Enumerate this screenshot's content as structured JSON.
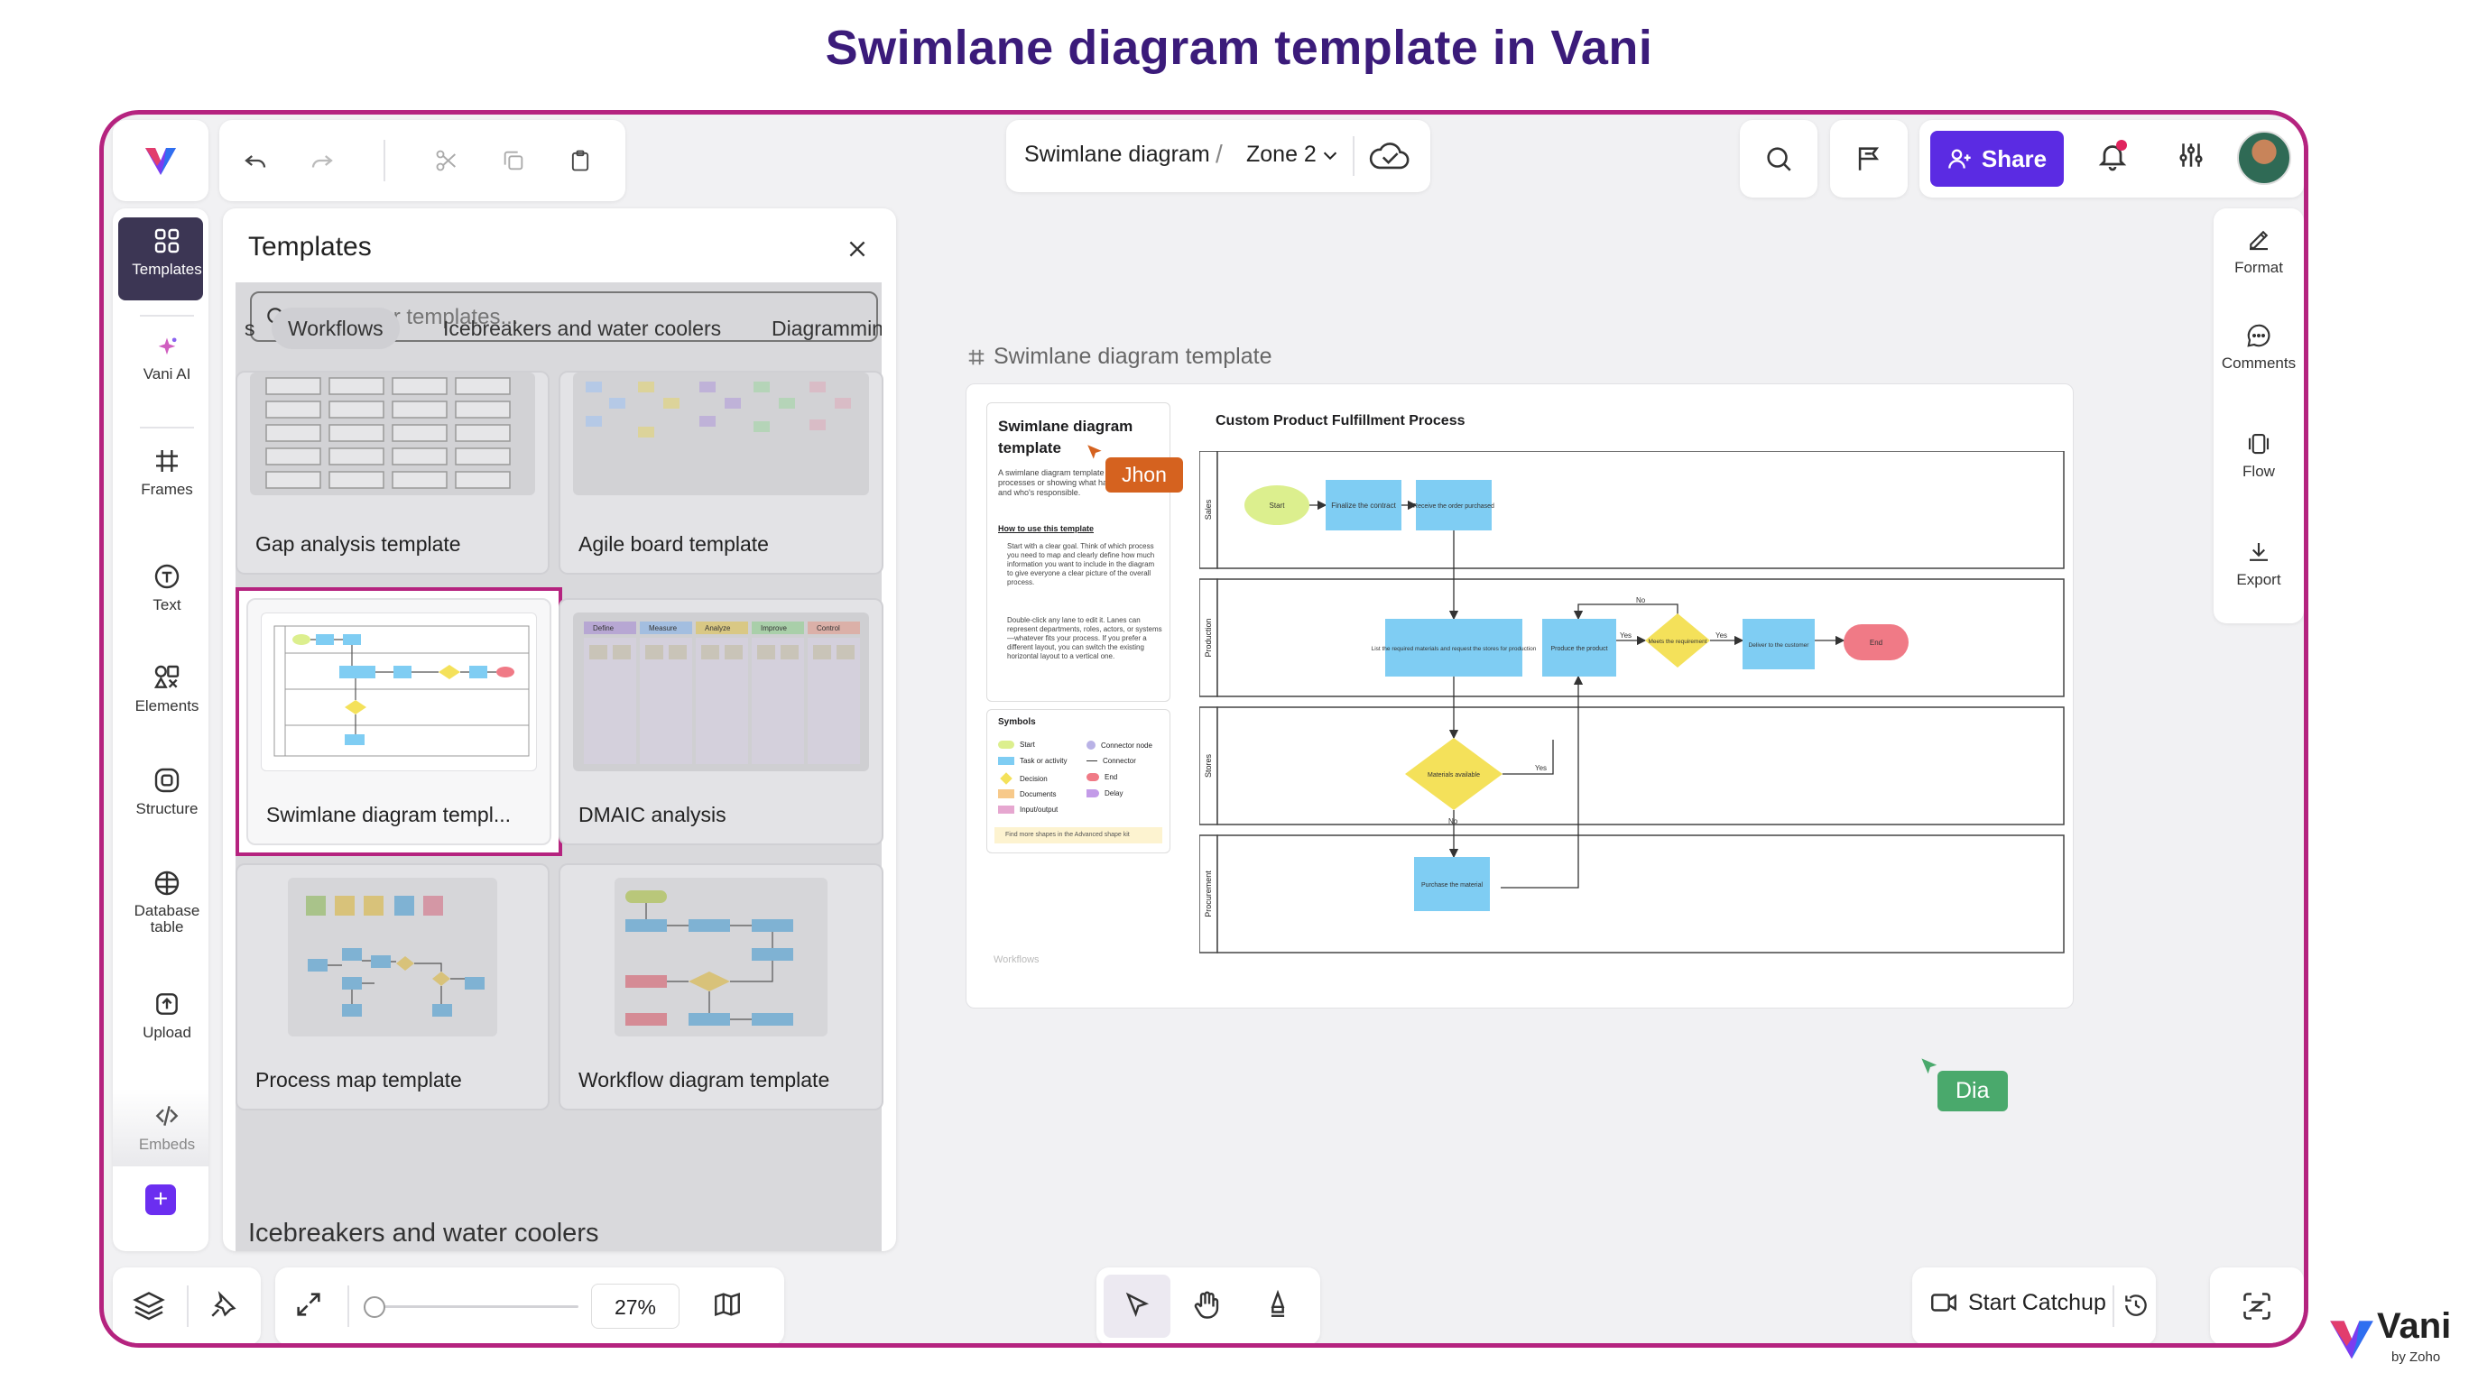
{
  "page_heading": "Swimlane diagram template in Vani",
  "topbar": {
    "breadcrumb_board": "Swimlane diagram",
    "breadcrumb_sep": "/",
    "breadcrumb_zone": "Zone 2",
    "share_label": "Share"
  },
  "left_rail": {
    "items": [
      {
        "label": "Templates"
      },
      {
        "label": "Vani AI"
      },
      {
        "label": "Frames"
      },
      {
        "label": "Text"
      },
      {
        "label": "Elements"
      },
      {
        "label": "Structure"
      },
      {
        "label": "Database\ntable"
      },
      {
        "label": "Upload"
      },
      {
        "label": "Embeds"
      }
    ]
  },
  "templates_panel": {
    "title": "Templates",
    "search_placeholder": "Search for templates...",
    "chips": [
      "s",
      "Workflows",
      "Icebreakers and water coolers",
      "Diagrammin"
    ],
    "cards": [
      {
        "name": "Gap analysis template"
      },
      {
        "name": "Agile board template"
      },
      {
        "name": "Swimlane diagram templ..."
      },
      {
        "name": "DMAIC analysis"
      },
      {
        "name": "Process map template"
      },
      {
        "name": "Workflow diagram template"
      }
    ],
    "section_heading": "Icebreakers and water coolers",
    "dmaic_cols": [
      "Define",
      "Measure",
      "Analyze",
      "Improve",
      "Control"
    ]
  },
  "canvas": {
    "frame_label": "Swimlane diagram template",
    "info_title": "Swimlane diagram template",
    "info_body": "A swimlane diagram template visually lay out processes or showing what happens when and who's responsible.",
    "how_to": "How to use this template",
    "bullet1": "Start with a clear goal. Think of which process you need to map and clearly define how much information you want to include in the diagram to give everyone a clear picture of the overall process.",
    "bullet2": "Double-click any lane to edit it. Lanes can represent departments, roles, actors, or systems—whatever fits your process. If you prefer a different layout, you can switch the existing horizontal layout to a vertical one.",
    "symbols_title": "Symbols",
    "symbols": [
      "Start",
      "Task or activity",
      "Decision",
      "Documents",
      "Input/output"
    ],
    "symbols2": [
      "Connector node",
      "Connector",
      "End",
      "Delay"
    ],
    "advanced_note": "Find more shapes in the Advanced shape kit",
    "workflows_tag": "Workflows",
    "diagram_title": "Custom Product Fulfillment Process",
    "lanes": [
      "Sales",
      "Production",
      "Stores",
      "Procurement"
    ],
    "nodes": {
      "start": "Start",
      "finalize": "Finalize the contract",
      "receive": "Receive the order purchased",
      "list": "List the required materials and request the stores for production",
      "produce": "Produce the product",
      "meets": "Meets the requirement",
      "deliver": "Deliver to the customer",
      "end": "End",
      "materials": "Materials available",
      "purchase": "Purchase the material"
    },
    "edge_labels": {
      "no1": "No",
      "yes1": "Yes",
      "yes2": "Yes",
      "yes3": "Yes",
      "no2": "No"
    },
    "cursor_jhon": "Jhon",
    "cursor_dia": "Dia"
  },
  "right_rail": {
    "items": [
      {
        "label": "Format"
      },
      {
        "label": "Comments"
      },
      {
        "label": "Flow"
      },
      {
        "label": "Export"
      }
    ]
  },
  "bottombar": {
    "zoom": "27%",
    "catchup_label": "Start Catchup"
  },
  "brand": {
    "name": "Vani",
    "sub": "by Zoho"
  },
  "colors": {
    "accent": "#5b2be3",
    "frame_border": "#b5237f",
    "heading": "#3b1b7a",
    "task_blue": "#7fcdf3",
    "decision_yellow": "#f4e15a",
    "start_green": "#dcef8e",
    "end_red": "#f07a86",
    "cursor_jhon": "#d5621f",
    "cursor_dia": "#4aa96c"
  }
}
